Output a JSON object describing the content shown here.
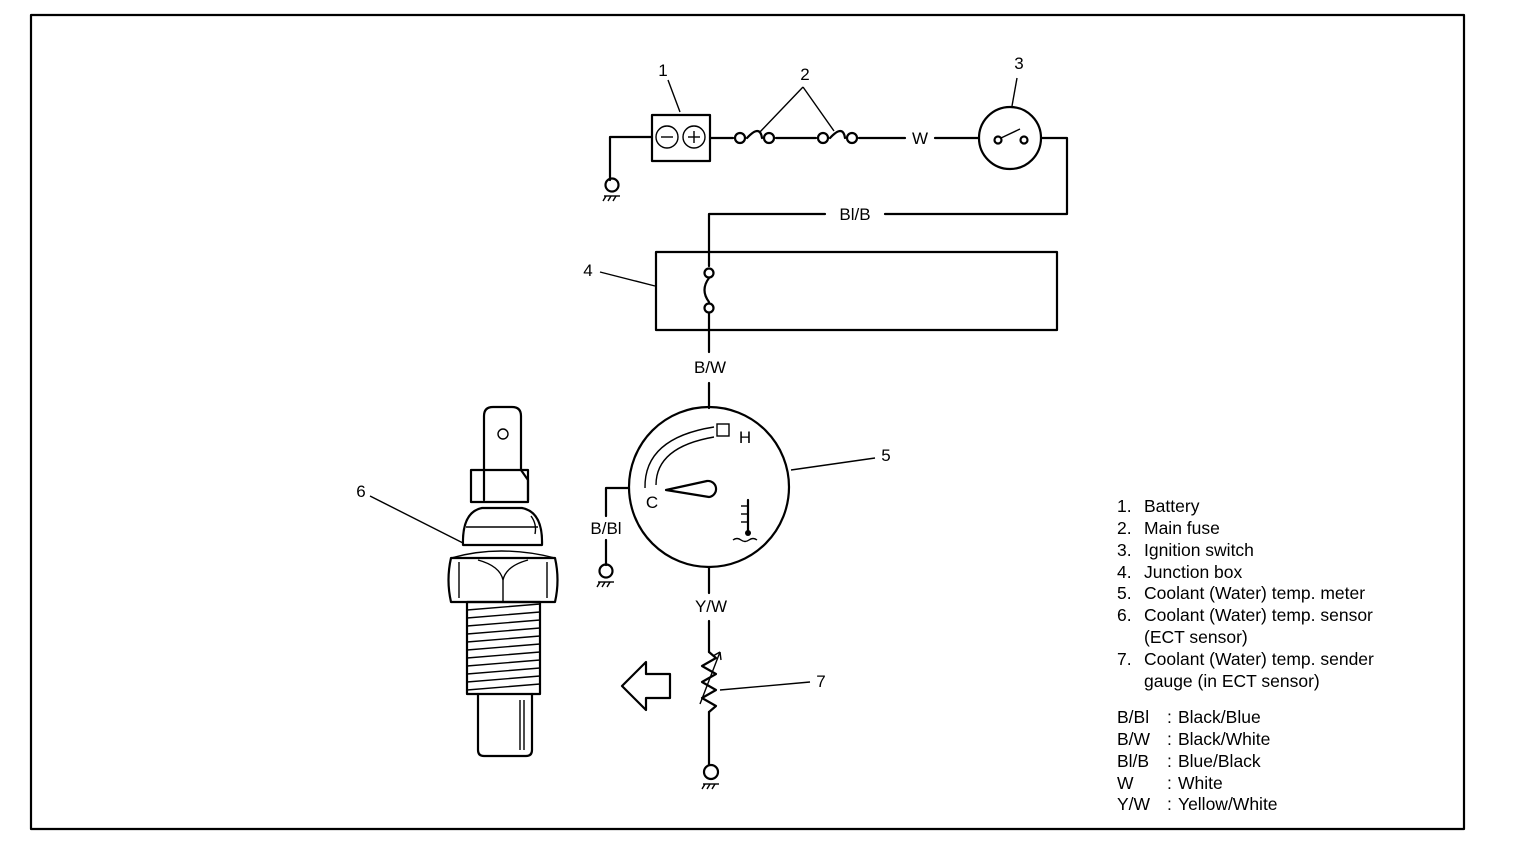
{
  "numbers": {
    "n1": "1",
    "n2": "2",
    "n3": "3",
    "n4": "4",
    "n5": "5",
    "n6": "6",
    "n7": "7"
  },
  "wires": {
    "w": "W",
    "bl_b": "Bl/B",
    "b_w": "B/W",
    "b_bl": "B/Bl",
    "y_w": "Y/W"
  },
  "gauge": {
    "hot": "H",
    "cold": "C"
  },
  "legend": [
    {
      "num": "1.",
      "text": "Battery"
    },
    {
      "num": "2.",
      "text": "Main fuse"
    },
    {
      "num": "3.",
      "text": "Ignition switch"
    },
    {
      "num": "4.",
      "text": "Junction box"
    },
    {
      "num": "5.",
      "text": "Coolant (Water) temp. meter"
    },
    {
      "num": "6.",
      "text": "Coolant (Water) temp. sensor"
    },
    {
      "num": "",
      "text": "(ECT sensor)"
    },
    {
      "num": "7.",
      "text": "Coolant (Water) temp. sender"
    },
    {
      "num": "",
      "text": "gauge (in ECT sensor)"
    }
  ],
  "color_codes": [
    {
      "code": "B/Bl",
      "sep": ":",
      "meaning": "Black/Blue"
    },
    {
      "code": "B/W",
      "sep": ":",
      "meaning": "Black/White"
    },
    {
      "code": "Bl/B",
      "sep": ":",
      "meaning": "Blue/Black"
    },
    {
      "code": "W",
      "sep": ":",
      "meaning": "White"
    },
    {
      "code": "Y/W",
      "sep": ":",
      "meaning": "Yellow/White"
    }
  ]
}
